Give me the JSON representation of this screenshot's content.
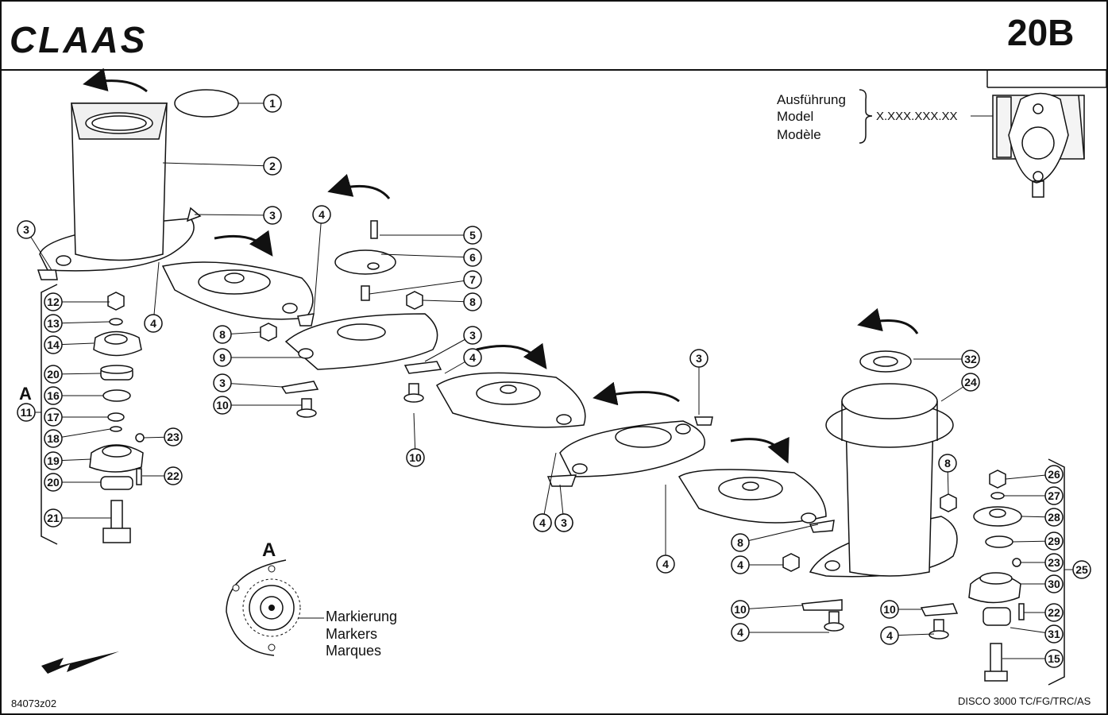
{
  "header": {
    "brand": "CLAAS",
    "page_code": "20B"
  },
  "variant": {
    "labels": [
      "Ausführung",
      "Model",
      "Modèle"
    ],
    "value": "X.XXX.XXX.XX"
  },
  "group_label": "A",
  "detail": {
    "title": "A",
    "labels": [
      "Markierung",
      "Markers",
      "Marques"
    ]
  },
  "footer": {
    "drawing_number": "84073z02",
    "model": "DISCO 3000 TC/FG/TRC/AS"
  },
  "callouts": [
    "1",
    "2",
    "3",
    "3",
    "4",
    "5",
    "6",
    "7",
    "8",
    "12",
    "13",
    "14",
    "20",
    "16",
    "17",
    "18",
    "19",
    "23",
    "20",
    "22",
    "21",
    "11",
    "4",
    "8",
    "9",
    "3",
    "10",
    "3",
    "4",
    "10",
    "3",
    "4",
    "3",
    "32",
    "24",
    "8",
    "26",
    "27",
    "28",
    "29",
    "23",
    "30",
    "25",
    "22",
    "31",
    "15",
    "4",
    "8",
    "4",
    "10",
    "4",
    "10",
    "4",
    "4",
    "3"
  ]
}
